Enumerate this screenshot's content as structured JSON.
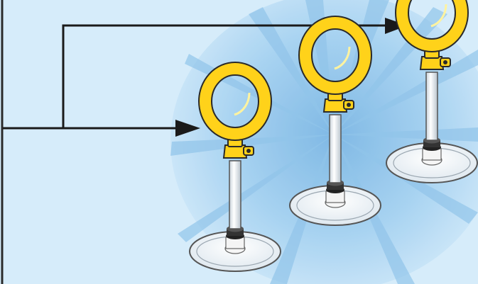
{
  "colors": {
    "background": "#d6ecfa",
    "burst": "#8ec3ea",
    "ring": "#ffd21a",
    "ring_outline": "#2a2a2a",
    "arrow": "#1a1a1a",
    "base": "#eef4f9"
  },
  "figure": {
    "items": [
      {
        "name": "suction-stand-1",
        "icon": "suction-cup-ring-stand"
      },
      {
        "name": "suction-stand-2",
        "icon": "suction-cup-ring-stand"
      },
      {
        "name": "suction-stand-3",
        "icon": "suction-cup-ring-stand"
      }
    ],
    "arrows": [
      {
        "name": "arrow-to-stand-1",
        "icon": "arrow-right"
      },
      {
        "name": "arrow-to-stand-3",
        "icon": "arrow-right"
      }
    ]
  }
}
